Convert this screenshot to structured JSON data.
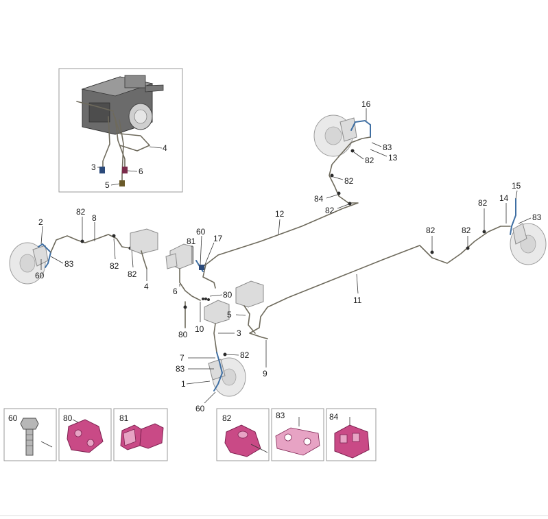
{
  "colors": {
    "pipe": "#6e6a5c",
    "hose": "#3f6fa3",
    "part_highlight": "#c94a86",
    "frame": "#9a9a9a"
  },
  "callouts": {
    "c_4_inset": "4",
    "c_3_inset": "3",
    "c_6_inset": "6",
    "c_5_inset": "5",
    "c_16": "16",
    "c_83_rr": "83",
    "c_13": "13",
    "c_82_rr": "82",
    "c_82_p12a": "82",
    "c_84": "84",
    "c_82_p12b": "82",
    "c_12": "12",
    "c_15": "15",
    "c_14": "14",
    "c_82_rfa": "82",
    "c_83_rf": "83",
    "c_82_p11a": "82",
    "c_82_p11b": "82",
    "c_11": "11",
    "c_2": "2",
    "c_82_lfa": "82",
    "c_8": "8",
    "c_83_lf": "83",
    "c_60_lf": "60",
    "c_82_lfb": "82",
    "c_82_lfc": "82",
    "c_4_lf": "4",
    "c_60_mid": "60",
    "c_81": "81",
    "c_17": "17",
    "c_6_mid": "6",
    "c_80_a": "80",
    "c_80_b": "80",
    "c_10": "10",
    "c_5_mid": "5",
    "c_3_mid": "3",
    "c_9": "9",
    "c_7": "7",
    "c_82_lr": "82",
    "c_83_lr": "83",
    "c_1": "1",
    "c_60_lr": "60"
  },
  "legend": [
    {
      "label": "60",
      "part": "bolt"
    },
    {
      "label": "80",
      "part": "caliper-bracket"
    },
    {
      "label": "81",
      "part": "brake-pad-set"
    },
    {
      "label": "82",
      "part": "pipe-clip"
    },
    {
      "label": "83",
      "part": "hose-bracket"
    },
    {
      "label": "84",
      "part": "pipe-holder"
    }
  ]
}
